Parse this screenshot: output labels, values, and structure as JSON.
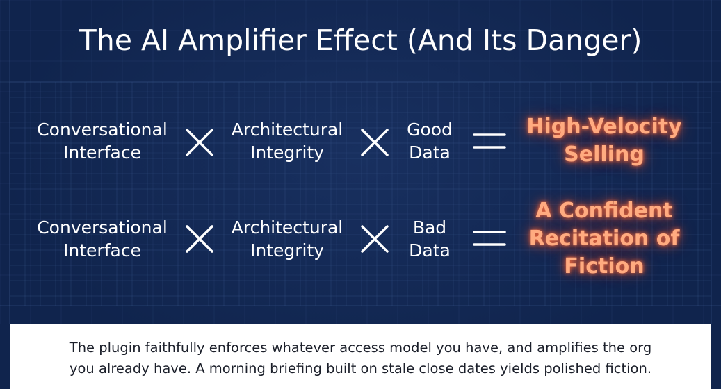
{
  "title": "The AI Amplifier Effect (And Its Danger)",
  "rows": [
    {
      "terms": [
        {
          "lines": [
            "Conversational",
            "Interface"
          ]
        },
        {
          "lines": [
            "Architectural",
            "Integrity"
          ]
        },
        {
          "lines": [
            "Good",
            "Data"
          ]
        }
      ],
      "result": {
        "lines": [
          "High-Velocity",
          "Selling"
        ]
      }
    },
    {
      "terms": [
        {
          "lines": [
            "Conversational",
            "Interface"
          ]
        },
        {
          "lines": [
            "Architectural",
            "Integrity"
          ]
        },
        {
          "lines": [
            "Bad",
            "Data"
          ]
        }
      ],
      "result": {
        "lines": [
          "A Confident",
          "Recitation of",
          "Fiction"
        ]
      }
    }
  ],
  "caption": {
    "lines": [
      "The plugin faithfully enforces whatever access model you have, and amplifies the org",
      "you already have. A morning briefing built on stale close dates yields polished fiction."
    ]
  },
  "colors": {
    "background": "#10244d",
    "grid": "#3d5b8f",
    "text": "#ffffff",
    "result_glow": "#ffab80",
    "caption_bg": "#ffffff",
    "caption_text": "#1b1f2a"
  },
  "icons": {
    "multiply": "multiply-icon",
    "equals": "equals-icon"
  }
}
